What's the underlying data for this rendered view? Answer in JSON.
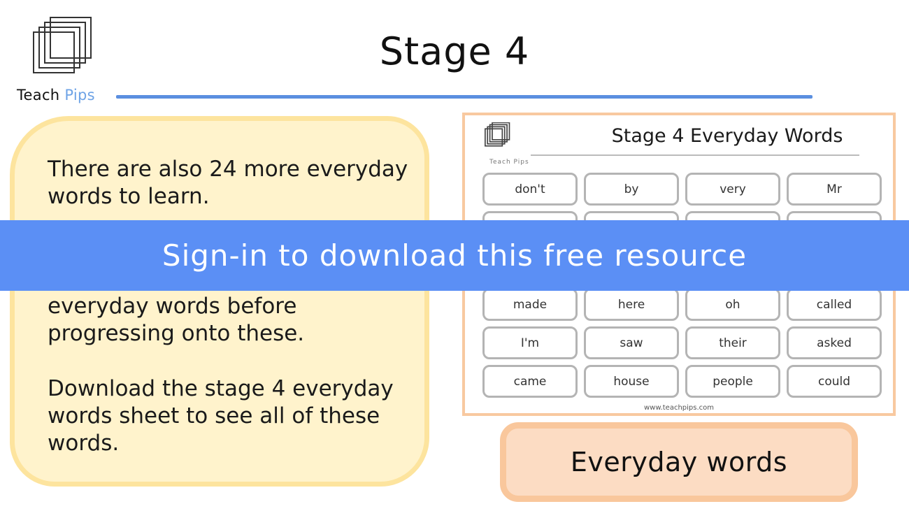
{
  "brand": {
    "name_part1": "Teach",
    "name_part2": "Pips",
    "accent_color": "#6ea3e6"
  },
  "page": {
    "title": "Stage 4",
    "rule_color": "#5b8fe0"
  },
  "info": {
    "paragraph1": "There are also 24 more everyday words to learn.",
    "paragraph2": "everyday words before progressing onto these.",
    "paragraph3": "Download the stage 4 everyday words sheet to see all of these words.",
    "panel_color": "#fff3cc",
    "panel_border_color": "#fde49e"
  },
  "sheet": {
    "logo_text": "Teach Pips",
    "title": "Stage 4 Everyday Words",
    "rows": [
      [
        "don't",
        "by",
        "very",
        "Mr"
      ],
      [
        "",
        "",
        "",
        ""
      ],
      [
        "",
        "",
        "",
        ""
      ],
      [
        "made",
        "here",
        "oh",
        "called"
      ],
      [
        "I'm",
        "saw",
        "their",
        "asked"
      ],
      [
        "came",
        "house",
        "people",
        "could"
      ]
    ],
    "footer": "www.teachpips.com",
    "border_color": "#f8c9a0"
  },
  "banner": {
    "text": "Sign-in to download this free resource",
    "color": "#5b8ff5"
  },
  "caption": {
    "label": "Everyday words",
    "fill_color": "#fcdcc3",
    "border_color": "#f9c79c"
  }
}
